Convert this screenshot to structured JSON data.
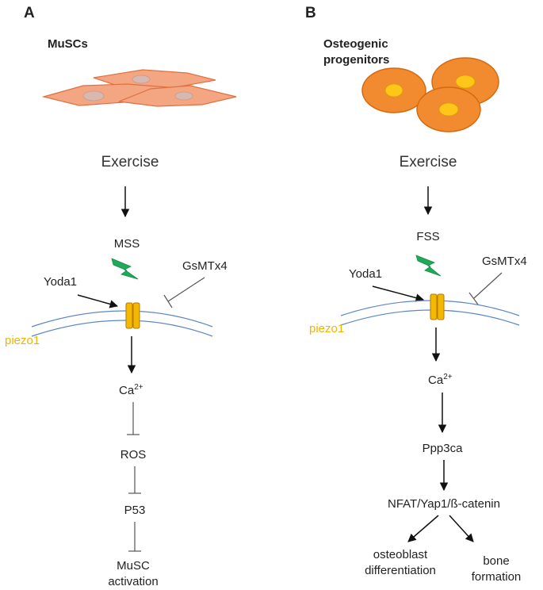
{
  "panel_a": {
    "letter": "A",
    "cell_title": "MuSCs",
    "exercise": "Exercise",
    "stress": "MSS",
    "agonist": "Yoda1",
    "antagonist": "GsMTx4",
    "channel": "piezo1",
    "calcium": "Ca",
    "calcium_charge": "2+",
    "ros": "ROS",
    "p53": "P53",
    "outcome_line1": "MuSC",
    "outcome_line2": "activation"
  },
  "panel_b": {
    "letter": "B",
    "cell_title_line1": "Osteogenic",
    "cell_title_line2": "progenitors",
    "exercise": "Exercise",
    "stress": "FSS",
    "agonist": "Yoda1",
    "antagonist": "GsMTx4",
    "channel": "piezo1",
    "calcium": "Ca",
    "calcium_charge": "2+",
    "ppp3ca": "Ppp3ca",
    "effectors": "NFAT/Yap1/ß-catenin",
    "outcome1_line1": "osteoblast",
    "outcome1_line2": "differentiation",
    "outcome2_line1": "bone",
    "outcome2_line2": "formation"
  },
  "colors": {
    "muscle_cell_fill": "#f4a582",
    "muscle_cell_stroke": "#e07040",
    "nucleus_muscle": "#d9b8b0",
    "bone_cell_fill": "#f28a30",
    "bone_cell_stroke": "#d46a10",
    "nucleus_bone": "#ffc61a",
    "channel": "#f5b800",
    "channel_stroke": "#b07a00",
    "lightning": "#1faa5a",
    "membrane": "#5b86c9",
    "piezo_label": "#f0b400"
  },
  "icons": {
    "stress_symbol": "lightning-bolt-icon",
    "channel_symbol": "piezo1-channel-icon"
  }
}
